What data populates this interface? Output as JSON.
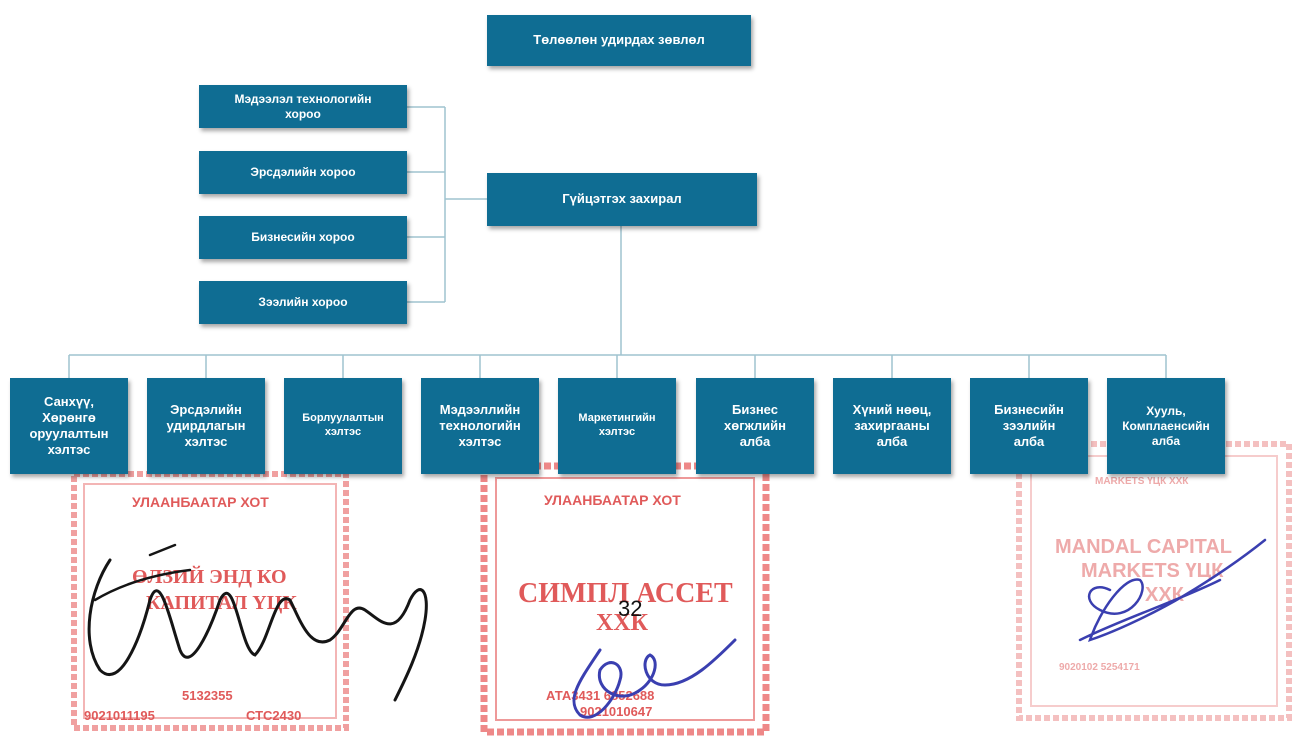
{
  "chart": {
    "board": "Төлөөлөн удирдах зөвлөл",
    "committees": [
      "Мэдээлэл технологийн\nхороо",
      "Эрсдэлийн хороо",
      "Бизнесийн хороо",
      "Зээлийн хороо"
    ],
    "ceo": "Гүйцэтгэх захирал",
    "departments": [
      "Санхүү,\nХөрөнгө\nоруулалтын\nхэлтэс",
      "Эрсдэлийн\nудирдлагын\nхэлтэс",
      "Борлуулалтын\nхэлтэс",
      "Мэдээллийн\nтехнологийн\nхэлтэс",
      "Маркетингийн\nхэлтэс",
      "Бизнес\nхөгжлийн\nалба",
      "Хүний нөөц,\nзахиргааны\nалба",
      "Бизнесийн\nзээлийн\nалба",
      "Хууль,\nКомплаенсийн\nалба"
    ]
  },
  "stamps": {
    "left": {
      "city": "УЛААНБААТАР ХОТ",
      "name_line1": "ӨЛЗИЙ ЭНД КО",
      "name_line2": "КАПИТАЛ ҮЦК",
      "number1": "5132355",
      "number2": "9021011195",
      "code": "СТС2430"
    },
    "middle": {
      "city": "УЛААНБААТАР ХОТ",
      "name_line1": "СИМПЛ АССЕТ",
      "name_line2": "ХХК",
      "number1": "АТА3431 6852688",
      "number2": "9021010647"
    },
    "right": {
      "top": "MARKETS ҮЦК ХХК",
      "name_line1": "MANDAL CAPITAL",
      "name_line2": "MARKETS ҮЦК",
      "name_line3": "ХХК",
      "number": "9020102 5254171"
    }
  },
  "page_number": "32",
  "colors": {
    "box": "#0f6d93",
    "line": "#9fc3cf",
    "stamp": "#e05a5a",
    "signature": "#3a3fb0"
  }
}
